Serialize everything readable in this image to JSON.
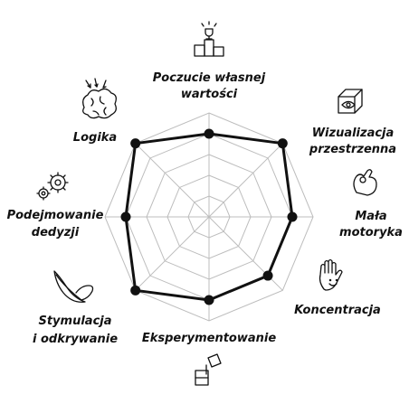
{
  "colors": {
    "grid": "#bdbdbd",
    "series": "#111111",
    "background": "#ffffff",
    "text": "#111111"
  },
  "chart_data": {
    "type": "radar",
    "title": "",
    "grid": true,
    "levels": 5,
    "max": 5,
    "categories": [
      "Poczucie własnej wartości",
      "Wizualizacja przestrzenna",
      "Mała motoryka",
      "Koncentracja",
      "Eksperymentowanie",
      "Stymulacja i odkrywanie",
      "Podejmowanie dedyzji",
      "Logika"
    ],
    "series": [
      {
        "values": [
          4,
          5,
          4,
          4,
          4,
          5,
          4,
          5
        ]
      }
    ]
  },
  "axis_labels": [
    {
      "lines": [
        "Poczucie własnej",
        "wartości"
      ],
      "icon": "podium-trophy-icon"
    },
    {
      "lines": [
        "Wizualizacja",
        "przestrzenna"
      ],
      "icon": "eye-cube-icon"
    },
    {
      "lines": [
        "Mała",
        "motoryka"
      ],
      "icon": "hand-pinch-icon"
    },
    {
      "lines": [
        "Koncentracja"
      ],
      "icon": "smiling-hand-icon"
    },
    {
      "lines": [
        "Eksperymentowanie"
      ],
      "icon": "pouring-beaker-icon"
    },
    {
      "lines": [
        "Stymulacja",
        "i odkrywanie"
      ],
      "icon": "hand-feather-icon"
    },
    {
      "lines": [
        "Podejmowanie",
        "dedyzji"
      ],
      "icon": "gears-icon"
    },
    {
      "lines": [
        "Logika"
      ],
      "icon": "brain-icon"
    }
  ]
}
